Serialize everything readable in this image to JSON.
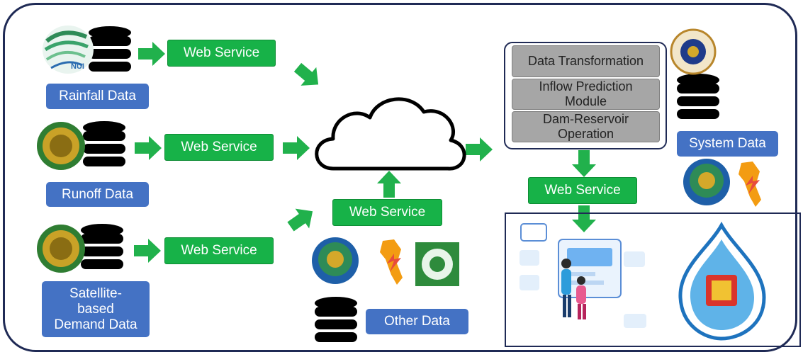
{
  "labels": {
    "rainfall": "Rainfall Data",
    "runoff": "Runoff Data",
    "satellite": "Satellite-based Demand Data",
    "other": "Other Data",
    "system": "System Data"
  },
  "web_service": "Web Service",
  "modules": {
    "transformation": "Data Transformation",
    "inflow": "Inflow Prediction Module",
    "dam": "Dam-Reservoir Operation"
  },
  "colors": {
    "arrow": "#21b14c",
    "label_blue": "#4472c4",
    "frame": "#1f2a55",
    "module_gray": "#a6a6a6"
  },
  "icons": [
    "database-icon",
    "cloud-icon",
    "nui-logo",
    "ku-seal-logo",
    "rid-logo",
    "gistda-logo",
    "onwr-logo",
    "website-illustration"
  ]
}
